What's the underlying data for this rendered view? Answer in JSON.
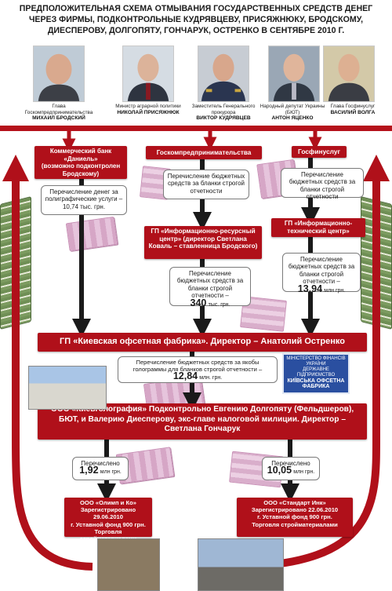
{
  "title": {
    "line1": "ПРЕДПОЛОЖИТЕЛЬНАЯ СХЕМА ОТМЫВАНИЯ ГОСУДАРСТВЕННЫХ СРЕДСТВ ДЕНЕГ",
    "line2": "ЧЕРЕЗ ФИРМЫ, ПОДКОНТРОЛЬНЫЕ КУДРЯВЦЕВУ, ПРИСЯЖНЮКУ, БРОДСКОМУ,",
    "line3": "ДИЕСПЕРОВУ, ДОЛГОПЯТУ, ГОНЧАРУК, ОСТРЕНКО В СЕНТЯБРЕ 2010 Г."
  },
  "people": [
    {
      "role": "Глава Госкомпредпринимательства",
      "name": "МИХАИЛ БРОДСКИЙ"
    },
    {
      "role": "Министр аграрной политики",
      "name": "НИКОЛАЙ ПРИСЯЖНЮК"
    },
    {
      "role": "Заместитель Генерального прокурора",
      "name": "ВИКТОР КУДРЯВЦЕВ"
    },
    {
      "role": "Народный депутат Украины (БЮТ)",
      "name": "АНТОН ЯЦЕНКО"
    },
    {
      "role": "Глава Госфинуслуг",
      "name": "ВАСИЛИЙ ВОЛГА"
    }
  ],
  "nodes": {
    "bank": {
      "title": "Коммерческий банк «Даниель»",
      "sub": "(возможно подконтролен Бродскому)"
    },
    "goskom": {
      "title": "Госкомпредпринимательства"
    },
    "gosfin": {
      "title": "Госфинуслуг"
    },
    "irc": {
      "title": "ГП «Информационно-ресурсный центр» (директор Светлана Коваль – ставленница Бродского)"
    },
    "itc": {
      "title": "ГП «Информационно-технический центр»"
    },
    "factory": {
      "title": "ГП «Киевская офсетная фабрика». Директор – Анатолий Остренко"
    },
    "kievholo": {
      "title": "ООО «Киевголография» Подконтрольно Евгению Долгопяту (Фельдшеров), БЮТ, и Валерию Диесперову, экс-главе налоговой милиции. Директор – Светлана Гончарук"
    },
    "olimp": {
      "title": "ООО «Олимп и Ко»",
      "line1": "Зарегистрировано 29.06.2010",
      "line2": "г. Уставной фонд 900 грн.",
      "line3": "Торговля стройматериалами"
    },
    "standart": {
      "title": "ООО «Стандарт Инк»",
      "line1": "Зарегистрировано 22.06.2010",
      "line2": "г. Уставной фонд 900 грн.",
      "line3": "Торговля стройматериалами"
    }
  },
  "transfers": {
    "t1": {
      "text": "Перечисление денег за полиграфические услуги – 10,74 тыс. грн."
    },
    "t2": {
      "text": "Перечисление бюджетных средств за бланки строгой отчетности"
    },
    "t3": {
      "text": "Перечисление бюджетных средств за бланки строгой отчетности"
    },
    "t4": {
      "text": "Перечисление бюджетных средств за бланки строгой отчетности –",
      "amount": "340",
      "unit": "тыс. грн."
    },
    "t5": {
      "text": "Перечисление бюджетных средств за бланки строгой отчетности –",
      "amount": "13,94",
      "unit": "млн грн."
    },
    "t6": {
      "text": "Перечисление бюджетных средств за якобы голограммы для бланков строгой отчетности –",
      "amount": "12,84",
      "unit": "млн. грн."
    },
    "t7": {
      "text": "Перечислено",
      "amount": "1,92",
      "unit": "млн грн."
    },
    "t8": {
      "text": "Перечислено",
      "amount": "10,05",
      "unit": "млн грн."
    }
  },
  "plaque": {
    "line1": "МІНІСТЕРСТВО ФІНАНСІВ УКРАЇНИ",
    "line2": "ДЕРЖАВНЕ ПІДПРИЄМСТВО",
    "line3": "КИЇВСЬКА ОФСЕТНА",
    "line4": "ФАБРИКА"
  },
  "colors": {
    "accent_red": "#b0101a",
    "arrow_black": "#1a1a1a",
    "money_pink": "#d6a6c6",
    "cash_green": "#6f8f55"
  }
}
